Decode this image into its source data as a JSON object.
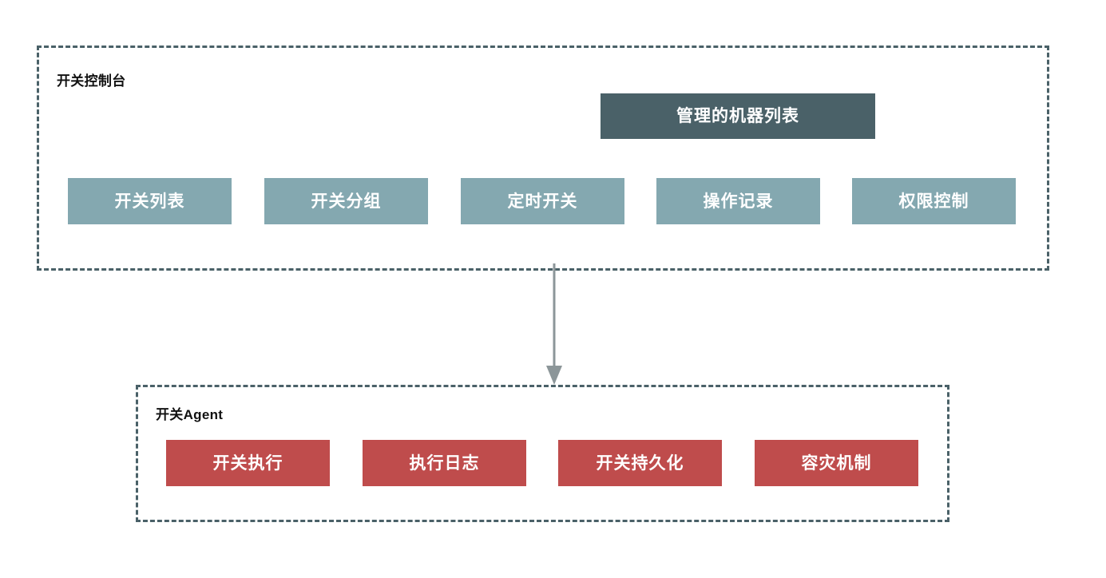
{
  "diagram": {
    "title_console": "开关控制台",
    "title_agent": "开关Agent",
    "colors": {
      "dark_slate": "#4a6168",
      "teal": "#84a8b0",
      "red": "#bf4c4c",
      "border_dashed": "#4a6168",
      "arrow": "#8c9699",
      "background": "#ffffff",
      "node_text": "#ffffff",
      "label_text": "#111111"
    },
    "console_group": {
      "label": "开关控制台",
      "header_node": {
        "label": "管理的机器列表",
        "style": "dark"
      },
      "nodes": [
        {
          "label": "开关列表",
          "style": "teal"
        },
        {
          "label": "开关分组",
          "style": "teal"
        },
        {
          "label": "定时开关",
          "style": "teal"
        },
        {
          "label": "操作记录",
          "style": "teal"
        },
        {
          "label": "权限控制",
          "style": "teal"
        }
      ]
    },
    "agent_group": {
      "label": "开关Agent",
      "nodes": [
        {
          "label": "开关执行",
          "style": "red"
        },
        {
          "label": "执行日志",
          "style": "red"
        },
        {
          "label": "开关持久化",
          "style": "red"
        },
        {
          "label": "容灾机制",
          "style": "red"
        }
      ]
    },
    "connector": {
      "name": "console-to-agent-arrow",
      "direction": "down",
      "from": "开关控制台",
      "to": "开关Agent"
    }
  }
}
